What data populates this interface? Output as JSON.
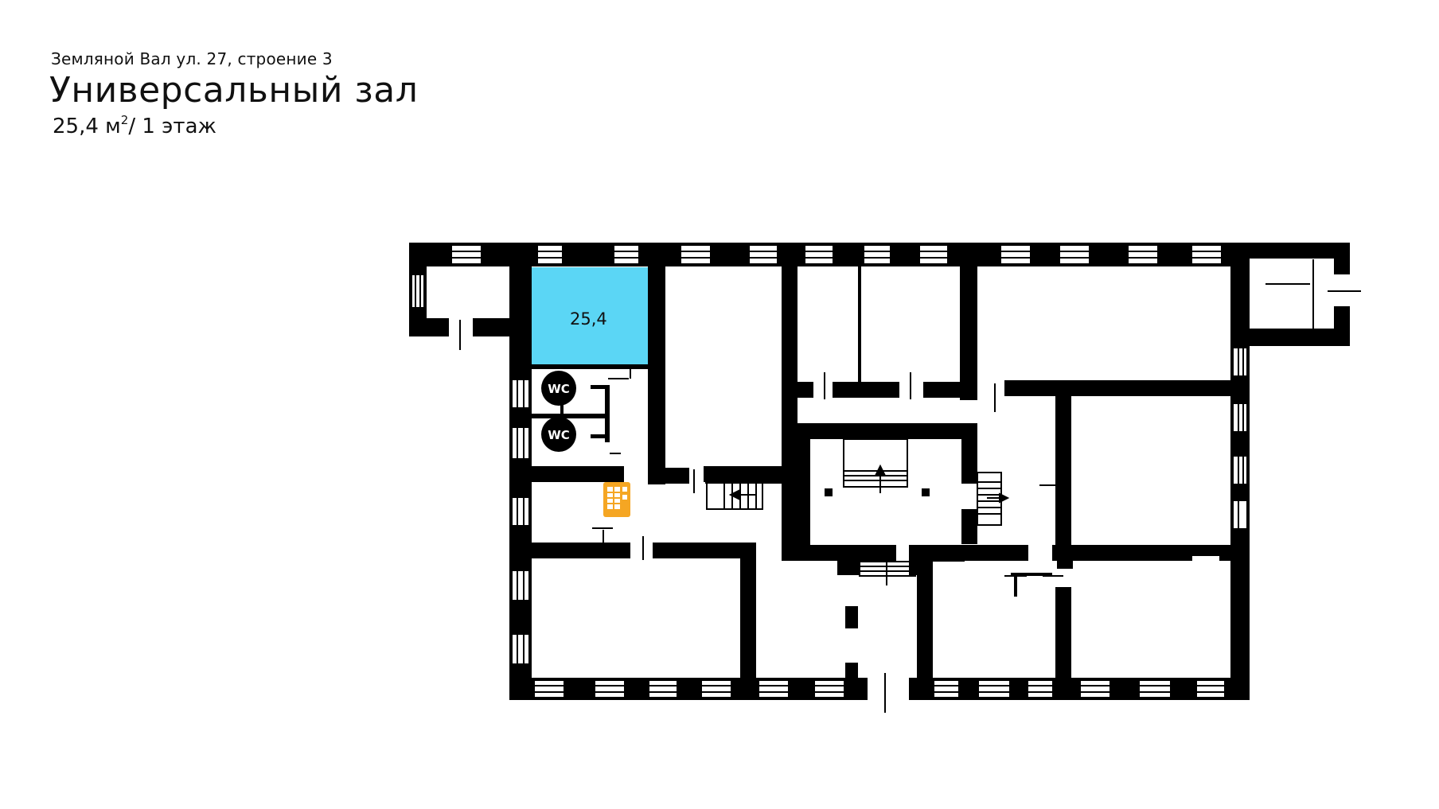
{
  "header": {
    "address": "Земляной Вал ул. 27, строение 3",
    "title": "Универсальный зал",
    "area": "25,4 м",
    "area_sup": "2",
    "floor": "/ 1 этаж"
  },
  "plan": {
    "highlight_label": "25,4",
    "wc_label": "WC",
    "colors": {
      "wall": "#000000",
      "highlight": "#5BD6F5",
      "vending": "#F5A623"
    },
    "icons": [
      "wc-icon",
      "vending-machine-icon",
      "stairs-arrow-icon"
    ]
  }
}
